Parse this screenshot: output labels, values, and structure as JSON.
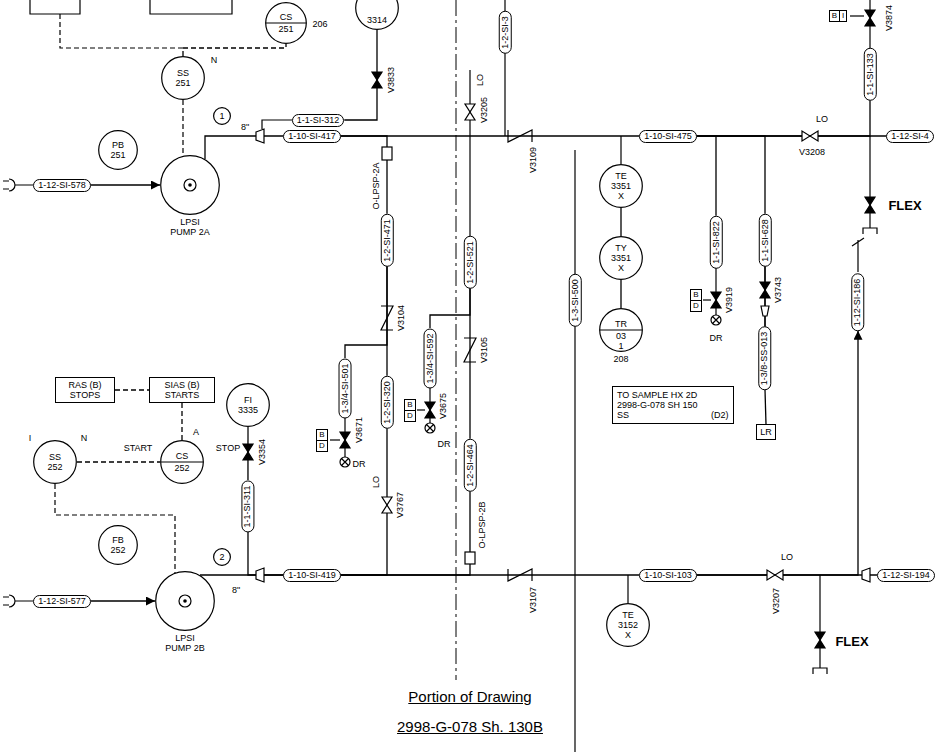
{
  "diagram": {
    "title": "Portion of Drawing",
    "caption": "2998-G-078 Sh. 130B",
    "nodes": [
      {
        "text": [
          "CS",
          "251"
        ]
      },
      {
        "text": [
          "3314"
        ]
      },
      {
        "text": [
          "SS",
          "251"
        ]
      },
      {
        "text": [
          "PB",
          "251"
        ]
      },
      {
        "text": [
          "1"
        ]
      },
      {
        "text": [
          "LPSI PUMP 2A"
        ]
      },
      {
        "text": [
          "TE",
          "3351",
          "X"
        ]
      },
      {
        "text": [
          "TY",
          "3351",
          "X"
        ]
      },
      {
        "text": [
          "TR",
          "03",
          "1",
          "208"
        ]
      },
      {
        "text": [
          "TO SAMPLE HX 2D 2998-G-078 SH 150 SS",
          "(D2)"
        ]
      },
      {
        "text": [
          "LR"
        ]
      },
      {
        "text": [
          "RAS (B) STOPS"
        ]
      },
      {
        "text": [
          "SIAS (B) STARTS"
        ]
      },
      {
        "text": [
          "FI",
          "3335"
        ]
      },
      {
        "text": [
          "SS",
          "252"
        ]
      },
      {
        "text": [
          "CS",
          "252"
        ]
      },
      {
        "text": [
          "FB",
          "252"
        ]
      },
      {
        "text": [
          "2"
        ]
      },
      {
        "text": [
          "LPSI PUMP 2B"
        ]
      },
      {
        "text": [
          "TE",
          "3152",
          "X"
        ]
      },
      {
        "text": [
          "B",
          "D"
        ]
      },
      {
        "text": [
          "B",
          "D"
        ]
      },
      {
        "text": [
          "B",
          "D"
        ]
      },
      {
        "text": [
          "B",
          "I"
        ]
      },
      {
        "text": [
          "1-12-SI-578"
        ]
      },
      {
        "text": [
          "1-1-SI-312"
        ]
      },
      {
        "text": [
          "1-10-SI-417"
        ]
      },
      {
        "text": [
          "1-2-SI-3"
        ]
      },
      {
        "text": [
          "1-1-SI-133"
        ]
      },
      {
        "text": [
          "1-10-SI-475"
        ]
      },
      {
        "text": [
          "1-12-SI-4"
        ]
      },
      {
        "text": [
          "1-2-SI-471"
        ]
      },
      {
        "text": [
          "1-2-SI-521"
        ]
      },
      {
        "text": [
          "1-1-SI-822"
        ]
      },
      {
        "text": [
          "1-1-SI-628"
        ]
      },
      {
        "text": [
          "1-3-SI-500"
        ]
      },
      {
        "text": [
          "1-12-SI-186"
        ]
      },
      {
        "text": [
          "1-3/4-SI-501"
        ]
      },
      {
        "text": [
          "1-3/4-SI-592"
        ]
      },
      {
        "text": [
          "1-3/8-SS-013"
        ]
      },
      {
        "text": [
          "1-2-SI-320"
        ]
      },
      {
        "text": [
          "1-2-SI-464"
        ]
      },
      {
        "text": [
          "1-1-SI-311"
        ]
      },
      {
        "text": [
          "1-12-SI-577"
        ]
      },
      {
        "text": [
          "1-10-SI-419"
        ]
      },
      {
        "text": [
          "1-10-SI-103"
        ]
      },
      {
        "text": [
          "1-12-SI-194"
        ]
      }
    ],
    "edges": [
      {
        "from": 24,
        "to": 5,
        "arrow": "to"
      },
      {
        "from": 5,
        "to": 26,
        "arrow": "none"
      },
      {
        "from": 1,
        "to": 25,
        "arrow": "none"
      },
      {
        "from": 26,
        "to": 29,
        "arrow": "none"
      },
      {
        "from": 29,
        "to": 30,
        "arrow": "none"
      },
      {
        "from": 26,
        "to": 31,
        "arrow": "none"
      },
      {
        "from": 31,
        "to": 40,
        "arrow": "none"
      },
      {
        "from": 31,
        "to": 37,
        "arrow": "none"
      },
      {
        "from": 40,
        "to": 44,
        "arrow": "none"
      },
      {
        "from": 32,
        "to": 41,
        "arrow": "none"
      },
      {
        "from": 32,
        "to": 38,
        "arrow": "none"
      },
      {
        "from": 41,
        "to": 44,
        "arrow": "none"
      },
      {
        "from": 29,
        "to": 33,
        "arrow": "none"
      },
      {
        "from": 29,
        "to": 34,
        "arrow": "none"
      },
      {
        "from": 34,
        "to": 39,
        "arrow": "none"
      },
      {
        "from": 39,
        "to": 10,
        "arrow": "none"
      },
      {
        "from": 29,
        "to": 28,
        "arrow": "none"
      },
      {
        "from": 6,
        "to": 7,
        "arrow": "none"
      },
      {
        "from": 7,
        "to": 8,
        "arrow": "none"
      },
      {
        "from": 2,
        "to": 0,
        "arrow": "none"
      },
      {
        "from": 11,
        "to": 12,
        "arrow": "none"
      },
      {
        "from": 12,
        "to": 15,
        "arrow": "none"
      },
      {
        "from": 14,
        "to": 15,
        "arrow": "none"
      },
      {
        "from": 13,
        "to": 42,
        "arrow": "none"
      },
      {
        "from": 42,
        "to": 44,
        "arrow": "none"
      },
      {
        "from": 43,
        "to": 18,
        "arrow": "to"
      },
      {
        "from": 18,
        "to": 44,
        "arrow": "none"
      },
      {
        "from": 44,
        "to": 45,
        "arrow": "none"
      },
      {
        "from": 45,
        "to": 46,
        "arrow": "none"
      },
      {
        "from": 45,
        "to": 36,
        "arrow": "to"
      }
    ],
    "labels": [
      "206",
      "N",
      "8\"",
      "V3833",
      "LO",
      "V3205",
      "V3109",
      "LO",
      "V3208",
      "V3874",
      "FLEX",
      "V3104",
      "O-LPSP-2A",
      "V3105",
      "V3919",
      "DR",
      "V3743",
      "V3671",
      "DR",
      "V3675",
      "DR",
      "LO",
      "V3767",
      "I",
      "N",
      "START",
      "A",
      "STOP",
      "V3354",
      "8\"",
      "V3107",
      "LO",
      "V3207",
      "FLEX",
      "O-LPSP-2B"
    ]
  }
}
